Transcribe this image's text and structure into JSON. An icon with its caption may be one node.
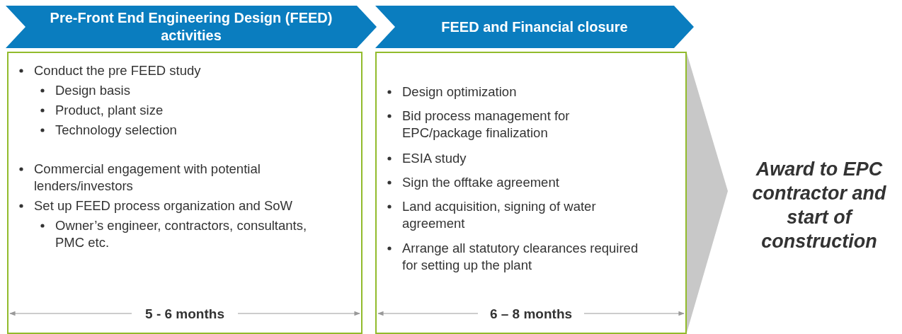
{
  "diagram": {
    "nodes": [
      {
        "text": [
          "Pre-Front End Engineering Design (FEED) activities"
        ]
      },
      {
        "text": [
          "FEED and Financial closure"
        ]
      },
      {
        "text": [
          "Conduct the pre FEED study",
          "Design basis",
          "Product, plant size",
          "Technology selection",
          "Commercial engagement with potential lenders/investors",
          "Set up FEED process organization and SoW",
          "Owner’s engineer, contractors, consultants, PMC etc.",
          "5 - 6 months"
        ]
      },
      {
        "text": [
          "Design optimization",
          "Bid process management for EPC/package finalization",
          "ESIA study",
          "Sign the offtake agreement",
          "Land acquisition, signing of water agreement",
          "Arrange all statutory clearances required for setting up the plant",
          "6 – 8 months"
        ]
      },
      {
        "text": [
          "Award to EPC contractor and start of construction"
        ]
      }
    ],
    "edges": [
      {
        "from": 3,
        "to": 4,
        "arrow": "to"
      }
    ]
  }
}
